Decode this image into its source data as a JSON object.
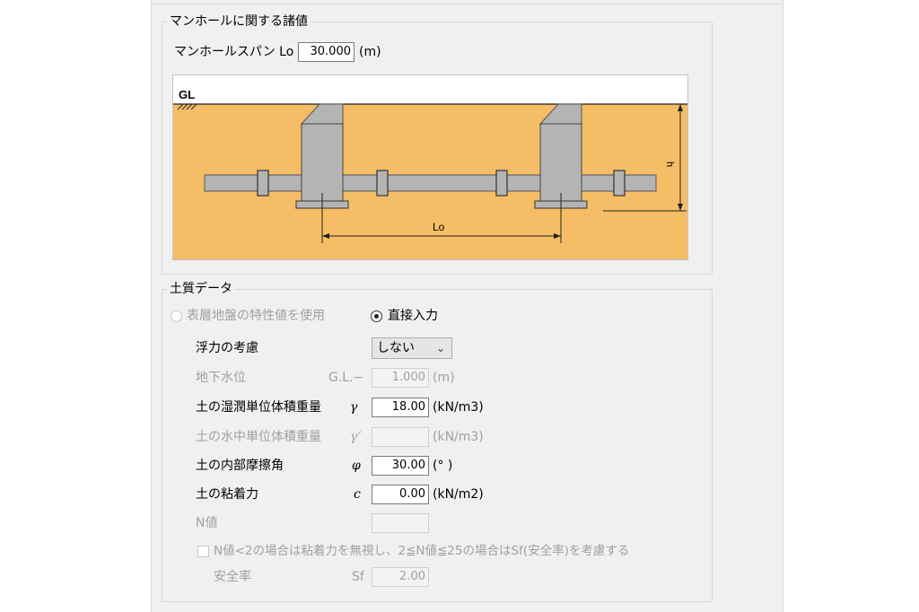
{
  "manhole": {
    "group_title": "マンホールに関する諸値",
    "span_label": "マンホールスパン Lo",
    "span_value": "30.000",
    "span_unit": "(m)",
    "diagram": {
      "gl": "GL",
      "h": "h",
      "lo": "Lo"
    }
  },
  "soil": {
    "group_title": "土質データ",
    "radio_surface": "表層地盤の特性値を使用",
    "radio_direct": "直接入力",
    "buoyancy": {
      "label": "浮力の考慮",
      "value": "しない"
    },
    "groundwater": {
      "label": "地下水位",
      "prefix": "G.L.−",
      "value": "1.000",
      "unit": "(m)"
    },
    "wet_weight": {
      "label": "土の湿潤単位体積重量",
      "symbol": "γ",
      "value": "18.00",
      "unit": "(kN/m3)"
    },
    "sub_weight": {
      "label": "土の水中単位体積重量",
      "symbol": "γ’",
      "value": "",
      "unit": "(kN/m3)"
    },
    "friction": {
      "label": "土の内部摩擦角",
      "symbol": "φ",
      "value": "30.00",
      "unit": "(° )"
    },
    "cohesion": {
      "label": "土の粘着力",
      "symbol": "c",
      "value": "0.00",
      "unit": "(kN/m2)"
    },
    "n_value": {
      "label": "N値",
      "value": ""
    },
    "n_checkbox": "N値<2の場合は粘着力を無視し、2≦N値≦25の場合はSf(安全率)を考慮する",
    "safety": {
      "label": "安全率",
      "symbol": "Sf",
      "value": "2.00"
    }
  },
  "colors": {
    "soil": "#f5bd66",
    "structure": "#b4b4b4",
    "panel": "#f0f0f0"
  },
  "icons": {
    "combo": "chevron-down-icon",
    "ground": "ground-hatch-icon"
  }
}
